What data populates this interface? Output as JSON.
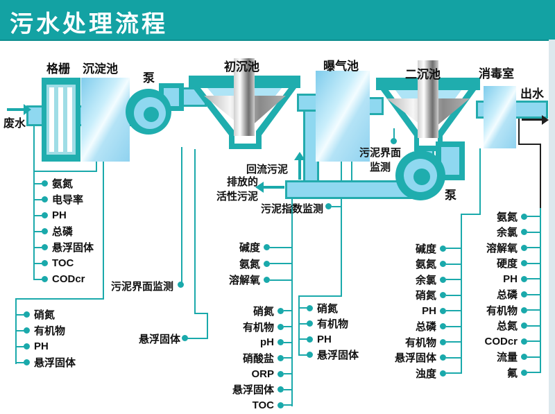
{
  "header": {
    "title": "污水处理流程"
  },
  "stages": {
    "inlet": "废水",
    "screen": "格栅",
    "sedimentation": "沉淀池",
    "pump1": "泵",
    "primary": "初沉池",
    "aeration": "曝气池",
    "secondary": "二沉池",
    "pump2": "泵",
    "disinfection": "消毒室",
    "outlet": "出水"
  },
  "flow": {
    "return_sludge": "回流污泥",
    "waste1": "排放的",
    "waste2": "活性污泥",
    "sludge_index": "污泥指数监测",
    "interface1": "污泥界面监测",
    "ss1": "悬浮固体",
    "interface2a": "污泥界面",
    "interface2b": "监测"
  },
  "monitors": {
    "influent": [
      "氨氮",
      "电导率",
      "PH",
      "总磷",
      "悬浮固体",
      "TOC",
      "CODcr"
    ],
    "after_grid": [
      "硝氮",
      "有机物",
      "PH",
      "悬浮固体"
    ],
    "aeration_a": [
      "碱度",
      "氨氮",
      "溶解氧"
    ],
    "aeration_b": [
      "硝氮",
      "有机物",
      "pH",
      "硝酸盐",
      "ORP",
      "悬浮固体",
      "TOC"
    ],
    "aeration_c": [
      "硝氮",
      "有机物",
      "PH",
      "悬浮固体"
    ],
    "secondary": [
      "碱度",
      "氨氮",
      "余氯",
      "硝氮",
      "PH",
      "总磷",
      "有机物",
      "悬浮固体",
      "浊度"
    ],
    "effluent": [
      "氨氮",
      "余氯",
      "溶解氧",
      "硬度",
      "PH",
      "总磷",
      "有机物",
      "总氮",
      "CODcr",
      "流量",
      "氟"
    ]
  },
  "colors": {
    "header_teal": "#13a2a3",
    "tank_teal": "#1fadae",
    "pipe_fill": "#8fd8f0",
    "line_teal": "#1aa9ab",
    "black_line": "#1f1f1f",
    "text": "#101010"
  }
}
